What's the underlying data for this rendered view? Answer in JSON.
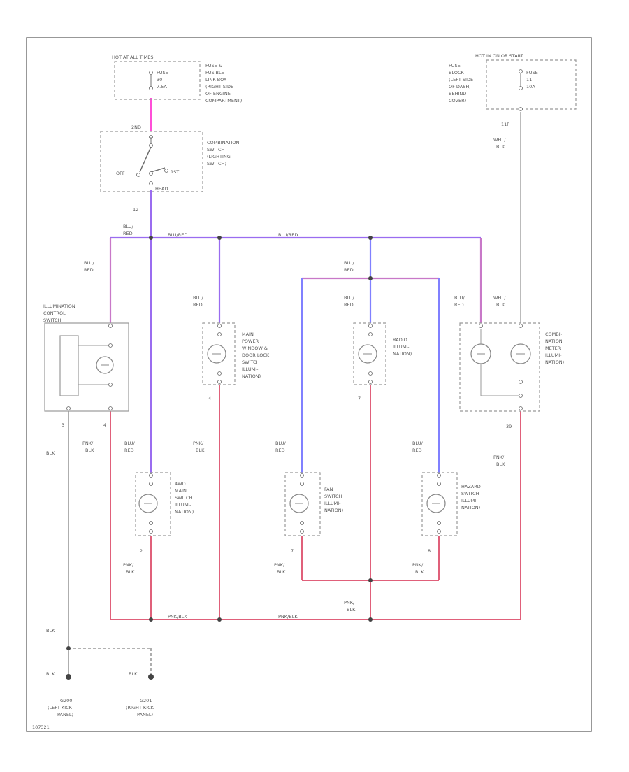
{
  "fuse_link_box": {
    "hot": "HOT AT ALL TIMES",
    "fuse": [
      "FUSE",
      "30",
      "7.5A"
    ],
    "desc": [
      "FUSE &",
      "FUSIBLE",
      "LINK BOX",
      "(RIGHT SIDE",
      "OF ENGINE",
      "COMPARTMENT)"
    ]
  },
  "fuse_block": {
    "hot": "HOT IN ON OR START",
    "fuse": [
      "FUSE",
      "11",
      "10A"
    ],
    "desc": [
      "FUSE",
      "BLOCK",
      "(LEFT SIDE",
      "OF DASH,",
      "BEHIND",
      "COVER)"
    ],
    "pin": "11P",
    "wire": [
      "WHT/",
      "BLK"
    ]
  },
  "combination_switch": {
    "pos_top": "2ND",
    "pos_off": "OFF",
    "pos_1st": "1ST",
    "pos_bottom": "HEAD",
    "label": [
      "COMBINATION",
      "SWITCH",
      "(LIGHTING",
      "SWITCH)"
    ],
    "pin": "12"
  },
  "wire_labels": {
    "blu_red_top": [
      "BLU/",
      "RED"
    ],
    "blu_red_bus_1": "BLU/RED",
    "blu_red_bus_2": "BLU/RED",
    "blu_red_left": [
      "BLU/",
      "RED"
    ],
    "blu_red_mid": [
      "BLU/",
      "RED"
    ],
    "pnk_blk_bus_1": "PNK/BLK",
    "pnk_blk_bus_2": "PNK/BLK",
    "pnk_blk_bus_3": [
      "PNK/",
      "BLK"
    ]
  },
  "illumination_control": {
    "label": [
      "ILLUMINATION",
      "CONTROL",
      "SWITCH"
    ],
    "pin_left": "3",
    "pin_right": "4",
    "wire_left": "BLK",
    "wire_right": [
      "PNK/",
      "BLK"
    ]
  },
  "main_power_window": {
    "wire_in": [
      "BLU/",
      "RED"
    ],
    "label": [
      "MAIN",
      "POWER",
      "WINDOW &",
      "DOOR LOCK",
      "SWITCH",
      "ILLUMI-",
      "NATION)"
    ],
    "pin": "4",
    "wire_out": [
      "PNK/",
      "BLK"
    ]
  },
  "radio": {
    "wire_in": [
      "BLU/",
      "RED"
    ],
    "label": [
      "RADIO",
      "ILLUMI-",
      "NATION)"
    ],
    "pin": "7"
  },
  "combination_meter": {
    "wire_in_left": [
      "BLU/",
      "RED"
    ],
    "wire_in_right": [
      "WHT/",
      "BLK"
    ],
    "label": [
      "COMBI-",
      "NATION",
      "METER",
      "ILLUMI-",
      "NATION)"
    ],
    "pin": "39",
    "wire_out": [
      "PNK/",
      "BLK"
    ]
  },
  "four_wd_main": {
    "wire_in": [
      "BLU/",
      "RED"
    ],
    "label": [
      "4WD",
      "MAIN",
      "SWITCH",
      "ILLUMI-",
      "NATION)"
    ],
    "pin": "2",
    "wire_out": [
      "PNK/",
      "BLK"
    ]
  },
  "fan_switch": {
    "wire_in": [
      "BLU/",
      "RED"
    ],
    "label": [
      "FAN",
      "SWITCH",
      "ILLUMI-",
      "NATION)"
    ],
    "pin": "7",
    "wire_out": [
      "PNK/",
      "BLK"
    ]
  },
  "hazard_switch": {
    "wire_in": [
      "BLU/",
      "RED"
    ],
    "label": [
      "HAZARD",
      "SWITCH",
      "ILLUMI-",
      "NATION)"
    ],
    "pin": "8",
    "wire_out": [
      "PNK/",
      "BLK"
    ]
  },
  "ground": {
    "blk_top": "BLK",
    "left_wire": "BLK",
    "right_wire": "BLK",
    "left_label": [
      "G200",
      "(LEFT KICK",
      "PANEL)"
    ],
    "right_label": [
      "G201",
      "(RIGHT KICK",
      "PANEL)"
    ]
  },
  "footer_code": "107321",
  "colors": {
    "pink": "#ff4fd8",
    "blue_red": "#8080ff",
    "pink_black": "#e0607a",
    "white_black": "#aaaaaa"
  }
}
